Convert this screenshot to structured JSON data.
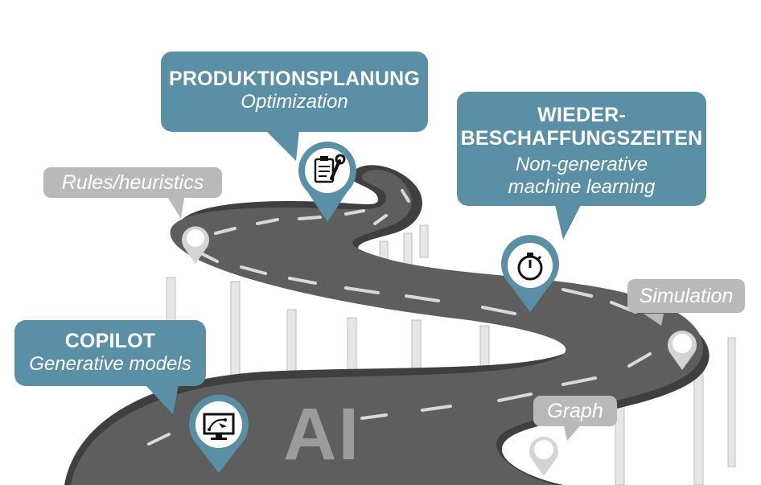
{
  "center_label": "AI",
  "bubbles": {
    "produktionsplanung": {
      "title": "PRODUKTIONSPLANUNG",
      "subtitle": "Optimization"
    },
    "wiederbeschaffung": {
      "title_line1": "WIEDER-",
      "title_line2": "BESCHAFFUNGSZEITEN",
      "subtitle_line1": "Non-generative",
      "subtitle_line2": "machine learning"
    },
    "copilot": {
      "title": "COPILOT",
      "subtitle": "Generative models"
    },
    "rules": {
      "label": "Rules/heuristics"
    },
    "simulation": {
      "label": "Simulation"
    },
    "graph": {
      "label": "Graph"
    }
  },
  "icons": {
    "optimization": "clipboard-wrench-icon",
    "machine_learning": "stopwatch-icon",
    "generative": "monitor-vector-icon",
    "rules": "location-pin-icon",
    "simulation": "location-pin-icon",
    "graph": "location-pin-icon"
  },
  "colors": {
    "accent": "#5b8fa6",
    "grey_bubble": "#b9b9b9",
    "road": "#5e5e5e",
    "ai_text": "#9c9c9c"
  }
}
